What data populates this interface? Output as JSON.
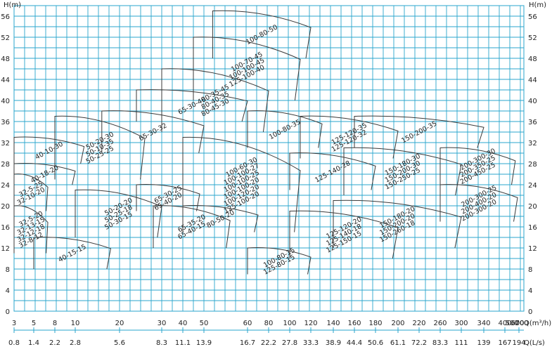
{
  "chart_data": {
    "type": "line",
    "title": "",
    "y_axis": {
      "label": "H(m)",
      "range": [
        0,
        58
      ],
      "ticks": [
        0,
        4,
        8,
        12,
        16,
        20,
        24,
        28,
        32,
        36,
        40,
        44,
        48,
        52,
        56
      ],
      "tick_labels": [
        "0",
        "4",
        "8",
        "12",
        "16",
        "20",
        "24",
        "28",
        "32",
        "36",
        "40",
        "44",
        "48",
        "52",
        "56"
      ],
      "minor_step": 2
    },
    "x_axis_top": {
      "label": "Q(m³/h)",
      "tick_labels": [
        "3",
        "5",
        "8",
        "10",
        "20",
        "30",
        "40",
        "50",
        "60",
        "80",
        "100",
        "120",
        "140",
        "160",
        "180",
        "200",
        "220",
        "260",
        "300",
        "340",
        "400",
        "500",
        "600",
        "700"
      ]
    },
    "x_axis_bottom": {
      "label": "Q(L/s)",
      "tick_labels": [
        "0.8",
        "1.4",
        "2.2",
        "2.8",
        "5.6",
        "8.3",
        "11.1",
        "13.9",
        "16.7",
        "22.2",
        "27.8",
        "33.3",
        "38.9",
        "44.4",
        "50.6",
        "61.1",
        "72.2",
        "83.3",
        "111",
        "139",
        "167",
        "194"
      ]
    },
    "grid": true,
    "regions": [
      {
        "labels": [
          "100-80-50"
        ],
        "q": [
          52,
          120
        ],
        "h": [
          48,
          57
        ]
      },
      {
        "labels": [
          "100-70-45",
          "100-100-45",
          "125-100-40"
        ],
        "q": [
          45,
          110
        ],
        "h": [
          40,
          52
        ]
      },
      {
        "labels": [
          "80-35-45",
          "80-40-35",
          "80-45-30"
        ],
        "q": [
          30,
          80
        ],
        "h": [
          34,
          46
        ]
      },
      {
        "labels": [
          "65-30-40"
        ],
        "q": [
          24,
          60
        ],
        "h": [
          36,
          42
        ]
      },
      {
        "labels": [
          "65-30-32"
        ],
        "q": [
          16,
          50
        ],
        "h": [
          30,
          38
        ]
      },
      {
        "labels": [
          "40-10-30"
        ],
        "q": [
          3,
          12
        ],
        "h": [
          28,
          33
        ]
      },
      {
        "labels": [
          "50-20-30",
          "50-10-35",
          "50-25-25"
        ],
        "q": [
          8,
          26
        ],
        "h": [
          25,
          37
        ]
      },
      {
        "labels": [
          "100-80-35"
        ],
        "q": [
          60,
          130
        ],
        "h": [
          31,
          38
        ]
      },
      {
        "labels": [
          "125-120-35",
          "125-120-32"
        ],
        "q": [
          110,
          200
        ],
        "h": [
          29,
          37
        ]
      },
      {
        "labels": [
          "150-200-35"
        ],
        "q": [
          160,
          340
        ],
        "h": [
          31,
          37
        ]
      },
      {
        "labels": [
          "40-18-20"
        ],
        "q": [
          3,
          10
        ],
        "h": [
          24,
          28
        ]
      },
      {
        "labels": [
          "100-60-30",
          "100-100-27",
          "100-100-25",
          "100-100-20",
          "100-120-20",
          "125-100-20"
        ],
        "q": [
          40,
          110
        ],
        "h": [
          15,
          33
        ]
      },
      {
        "labels": [
          "125-140-28"
        ],
        "q": [
          100,
          180
        ],
        "h": [
          23,
          30
        ]
      },
      {
        "labels": [
          "150-180-30",
          "150-200-30",
          "150-250-25"
        ],
        "q": [
          150,
          300
        ],
        "h": [
          22,
          31
        ]
      },
      {
        "labels": [
          "200-300-30",
          "200-350-25",
          "200-450-25"
        ],
        "q": [
          260,
          560
        ],
        "h": [
          24,
          31
        ]
      },
      {
        "labels": [
          "32-5-25",
          "32-10-20"
        ],
        "q": [
          3,
          7
        ],
        "h": [
          19,
          26
        ]
      },
      {
        "labels": [
          "50-20-20",
          "50-25-18",
          "50-30-15"
        ],
        "q": [
          10,
          30
        ],
        "h": [
          14,
          23
        ]
      },
      {
        "labels": [
          "65-30-25",
          "65-40-20"
        ],
        "q": [
          24,
          48
        ],
        "h": [
          19,
          24
        ]
      },
      {
        "labels": [
          "200-300-25",
          "200-400-20",
          "200-300-20"
        ],
        "q": [
          260,
          600
        ],
        "h": [
          17,
          24
        ]
      },
      {
        "labels": [
          "32-5-20",
          "32-13-15",
          "32-12-18",
          "32-8-12"
        ],
        "q": [
          3,
          7
        ],
        "h": [
          11,
          20
        ]
      },
      {
        "labels": [
          "65-35-20",
          "65-40-15"
        ],
        "q": [
          28,
          56
        ],
        "h": [
          12,
          20
        ]
      },
      {
        "labels": [
          "80-50-20"
        ],
        "q": [
          40,
          70
        ],
        "h": [
          15,
          20
        ]
      },
      {
        "labels": [
          "150-180-20",
          "150-200-20",
          "150-260-18"
        ],
        "q": [
          140,
          300
        ],
        "h": [
          12,
          21
        ]
      },
      {
        "labels": [
          "125-120-20",
          "125-140-18",
          "125-150-15"
        ],
        "q": [
          100,
          200
        ],
        "h": [
          10,
          19
        ]
      },
      {
        "labels": [
          "40-15-15"
        ],
        "q": [
          5,
          18
        ],
        "h": [
          8,
          14
        ]
      },
      {
        "labels": [
          "100-80-15",
          "125-80-15"
        ],
        "q": [
          60,
          120
        ],
        "h": [
          7,
          12
        ]
      }
    ]
  },
  "colors": {
    "grid": "#2aa6cc",
    "curves": "#3a3a3a",
    "background": "#ffffff"
  }
}
